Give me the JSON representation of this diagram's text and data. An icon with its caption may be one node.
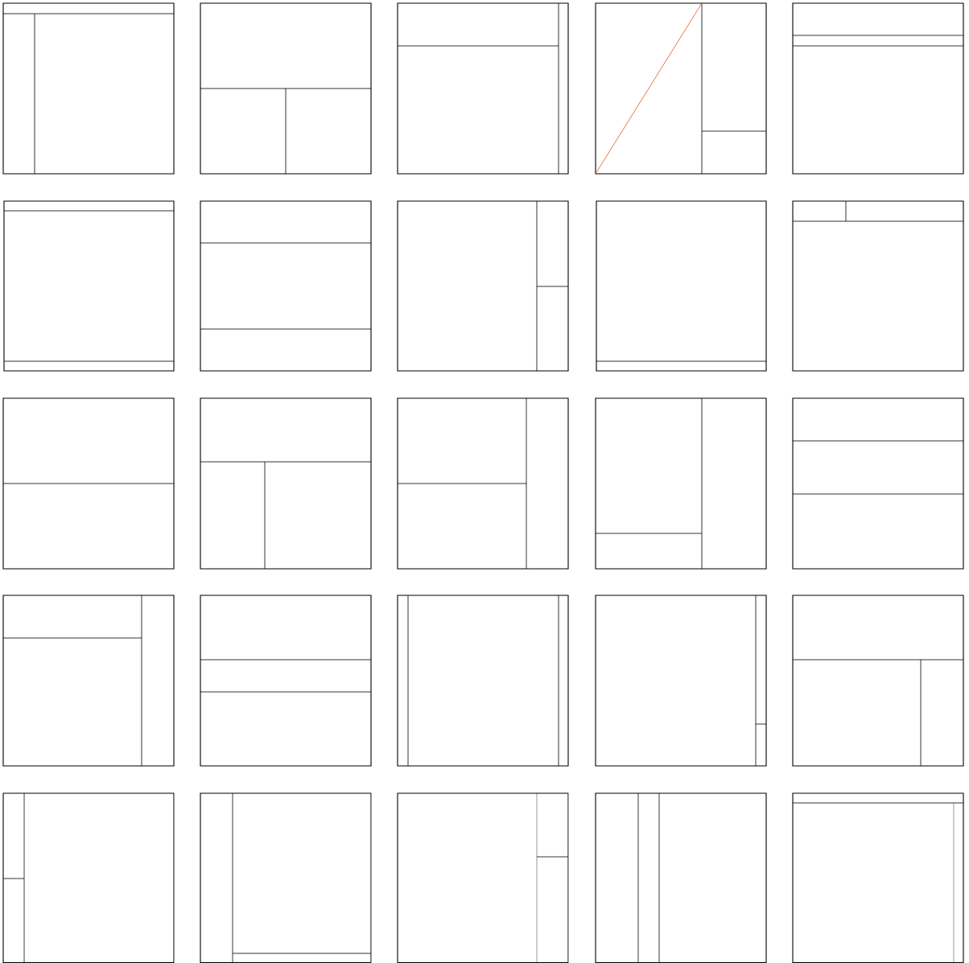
{
  "diagram": {
    "nodes": [
      {
        "text": [],
        "shape": "box"
      },
      {
        "text": [],
        "shape": "box"
      },
      {
        "text": [],
        "shape": "box"
      },
      {
        "text": [],
        "shape": "box"
      },
      {
        "text": [],
        "shape": "box"
      },
      {
        "text": [],
        "shape": "box"
      },
      {
        "text": [],
        "shape": "box"
      },
      {
        "text": [],
        "shape": "box"
      },
      {
        "text": [],
        "shape": "box"
      },
      {
        "text": [],
        "shape": "box"
      },
      {
        "text": [],
        "shape": "box"
      },
      {
        "text": [],
        "shape": "box"
      },
      {
        "text": [],
        "shape": "box"
      },
      {
        "text": [],
        "shape": "box"
      },
      {
        "text": [],
        "shape": "box"
      },
      {
        "text": [],
        "shape": "box"
      },
      {
        "text": [],
        "shape": "box"
      },
      {
        "text": [],
        "shape": "box"
      },
      {
        "text": [],
        "shape": "box"
      },
      {
        "text": [],
        "shape": "box"
      },
      {
        "text": [],
        "shape": "box"
      },
      {
        "text": [],
        "shape": "box"
      },
      {
        "text": [],
        "shape": "box"
      },
      {
        "text": [],
        "shape": "box"
      },
      {
        "text": [],
        "shape": "box"
      }
    ]
  }
}
